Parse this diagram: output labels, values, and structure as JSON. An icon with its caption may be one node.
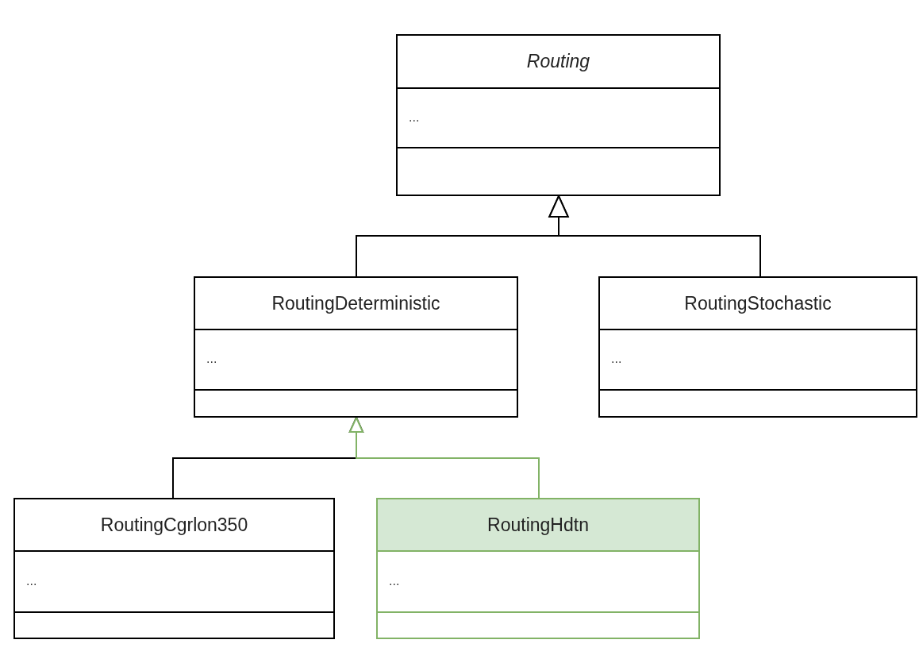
{
  "diagram": {
    "nodes": [
      {
        "text": [
          "Routing",
          "..."
        ]
      },
      {
        "text": [
          "RoutingDeterministic",
          "..."
        ]
      },
      {
        "text": [
          "RoutingStochastic",
          "..."
        ]
      },
      {
        "text": [
          "RoutingCgrlon350",
          "..."
        ]
      },
      {
        "text": [
          "RoutingHdtn",
          "..."
        ]
      }
    ],
    "edges": [
      {
        "from": 1,
        "to": 0,
        "arrow": "to"
      },
      {
        "from": 2,
        "to": 0,
        "arrow": "to"
      },
      {
        "from": 3,
        "to": 1,
        "arrow": "to"
      },
      {
        "from": 4,
        "to": 1,
        "arrow": "to",
        "color": "#82b366"
      }
    ]
  }
}
